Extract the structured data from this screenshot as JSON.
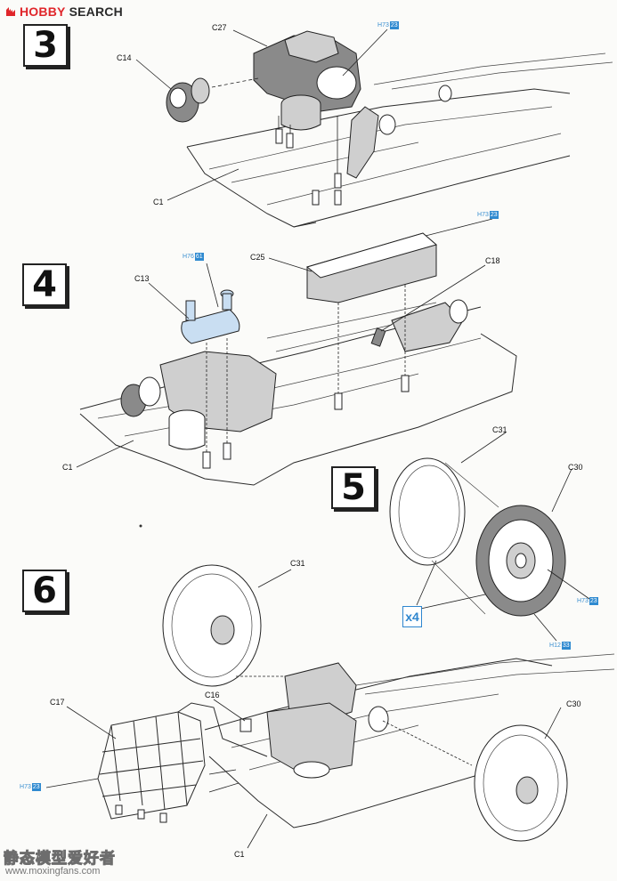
{
  "header": {
    "brand": "HOBBY",
    "suffix": "SEARCH"
  },
  "steps": [
    {
      "number": "3"
    },
    {
      "number": "4"
    },
    {
      "number": "5"
    },
    {
      "number": "6"
    }
  ],
  "parts": {
    "s3_c27": "C27",
    "s3_c14": "C14",
    "s3_c1": "C1",
    "s4_c25": "C25",
    "s4_c13": "C13",
    "s4_c18": "C18",
    "s4_c1": "C1",
    "s5_c31": "C31",
    "s5_c30": "C30",
    "s6_c31": "C31",
    "s6_c17": "C17",
    "s6_c16": "C16",
    "s6_c30": "C30",
    "s6_c1": "C1"
  },
  "paint_refs": [
    {
      "h": "H",
      "n1": "73",
      "n2": "23"
    },
    {
      "h": "H",
      "n1": "73",
      "n2": "23"
    },
    {
      "h": "H",
      "n1": "76",
      "n2": "61"
    },
    {
      "h": "H",
      "n1": "73",
      "n2": "23"
    },
    {
      "h": "H",
      "n1": "12",
      "n2": "33"
    },
    {
      "h": "H",
      "n1": "73",
      "n2": "23"
    }
  ],
  "multiplier": "x4",
  "watermark": {
    "name": "静态模型爱好者",
    "url": "www.moxingfans.com"
  }
}
